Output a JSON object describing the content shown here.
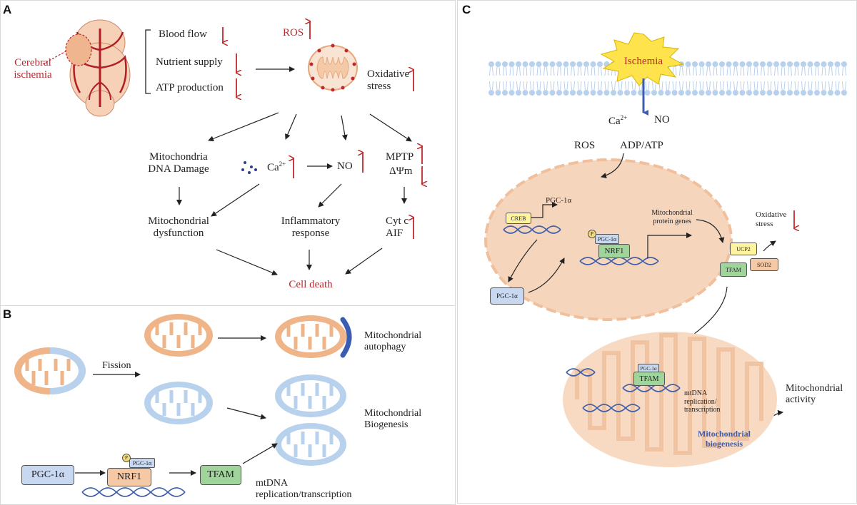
{
  "panels": {
    "a": "A",
    "b": "B",
    "c": "C"
  },
  "colors": {
    "accent_red": "#c0282d",
    "mito_orange": "#efb589",
    "mito_blue": "#b8d1ec",
    "box_blue": "#c9d8f1",
    "box_orange": "#f5c9a6",
    "box_green": "#9fd49b",
    "box_yellow": "#fff3a0",
    "dna_blue": "#3d5ea8",
    "autophagy_blue": "#3a5cb3"
  },
  "panel_a": {
    "cerebral_ischemia": "Cerebral\nischemia",
    "blood_flow": "Blood flow",
    "nutrient_supply": "Nutrient supply",
    "atp_production": "ATP production",
    "ros": "ROS",
    "oxidative_stress": "Oxidative\nstress",
    "mito_dna_damage": "Mitochondria\nDNA Damage",
    "ca": "Ca",
    "ca_sup": "2+",
    "no": "NO",
    "mptp": "MPTP",
    "delta_psi": "ΔΨm",
    "mito_dysfunction": "Mitochondrial\ndysfunction",
    "inflammatory": "Inflammatory\nresponse",
    "cytc": "Cyt c\nAIF",
    "cell_death": "Cell death"
  },
  "panel_b": {
    "fission": "Fission",
    "autophagy": "Mitochondrial\nautophagy",
    "biogenesis": "Mitochondrial\nBiogenesis",
    "pgc1a": "PGC-1α",
    "pgc1a_small": "PGC-1α",
    "p": "P",
    "nrf1": "NRF1",
    "tfam": "TFAM",
    "mtdna": "mtDNA\nreplication/transcription"
  },
  "panel_c": {
    "ischemia": "Ischemia",
    "ca": "Ca",
    "ca_sup": "2+",
    "no": "NO",
    "ros": "ROS",
    "adp_atp": "ADP/ATP",
    "pgc1a_label": "PGC-1α",
    "creb": "CREB",
    "pgc1a_small": "PGC-1α",
    "p": "P",
    "nrf1": "NRF1",
    "pgc1a_box": "PGC-1α",
    "mito_protein_genes": "Mitochondrial\nprotein genes",
    "oxidative_stress": "Oxidative\nstress",
    "ucp2": "UCP2",
    "tfam": "TFAM",
    "sod2": "SOD2",
    "tfam2": "TFAM",
    "pgc1a_small2": "PGC-1α",
    "mtdna": "mtDNA\nreplication/\ntranscription",
    "mito_biogenesis": "Mitochondrial\nbiogenesis",
    "mito_activity": "Mitochondrial\nactivity"
  }
}
